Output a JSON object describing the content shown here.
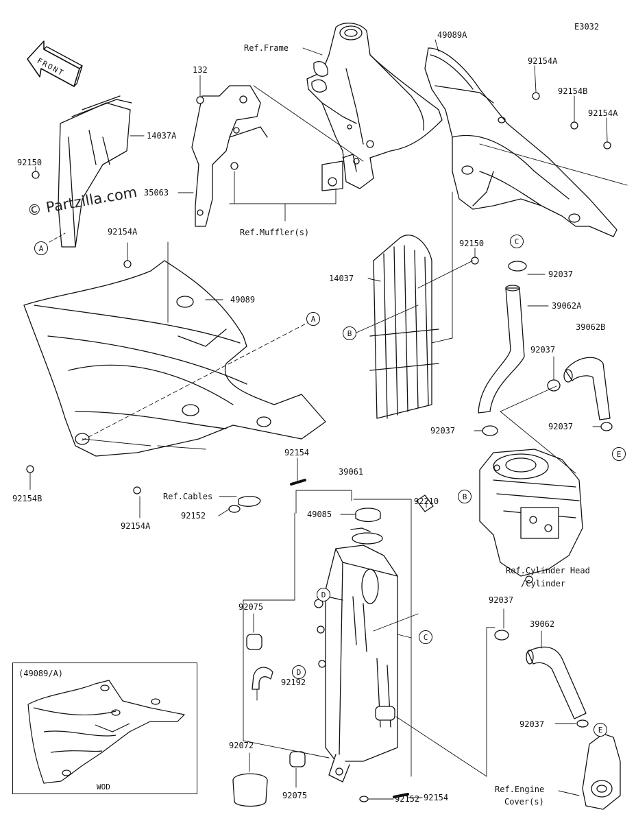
{
  "diagram": {
    "code": "E3032",
    "watermark": "© Partzilla.com",
    "front_label": "FRONT",
    "inset_title": "(49089/A)",
    "inset_caption": "WOD"
  },
  "labels": {
    "ref_frame": "Ref.Frame",
    "p49089A": "49089A",
    "p132": "132",
    "p92154A_1": "92154A",
    "p92154B_1": "92154B",
    "p92154A_2": "92154A",
    "p14037A": "14037A",
    "p92150_1": "92150",
    "p35063": "35063",
    "ref_mufflers": "Ref.Muffler(s)",
    "p92154A_3": "92154A",
    "p49089": "49089",
    "p92150_2": "92150",
    "p14037": "14037",
    "p92037_1": "92037",
    "p39062A": "39062A",
    "p39062B": "39062B",
    "p92037_2": "92037",
    "p92037_3": "92037",
    "p92037_4": "92037",
    "p92154B_2": "92154B",
    "p92154_1": "92154",
    "ref_cables": "Ref.Cables",
    "p92152_1": "92152",
    "p39061": "39061",
    "p92210": "92210",
    "p49085": "49085",
    "p92154A_4": "92154A",
    "ref_cyl_1": "Ref.Cylinder Head",
    "ref_cyl_2": "/Cylinder",
    "p92075_1": "92075",
    "p92037_5": "92037",
    "p39062": "39062",
    "p92192": "92192",
    "p92037_6": "92037",
    "p92072": "92072",
    "p92075_2": "92075",
    "p92154_2": "92154",
    "p92152_2": "92152",
    "ref_engine_1": "Ref.Engine",
    "ref_engine_2": "Cover(s)"
  },
  "callouts": {
    "a1": "A",
    "a2": "A",
    "b1": "B",
    "b2": "B",
    "c1": "C",
    "c2": "C",
    "d1": "D",
    "d2": "D",
    "e1": "E",
    "e2": "E"
  }
}
